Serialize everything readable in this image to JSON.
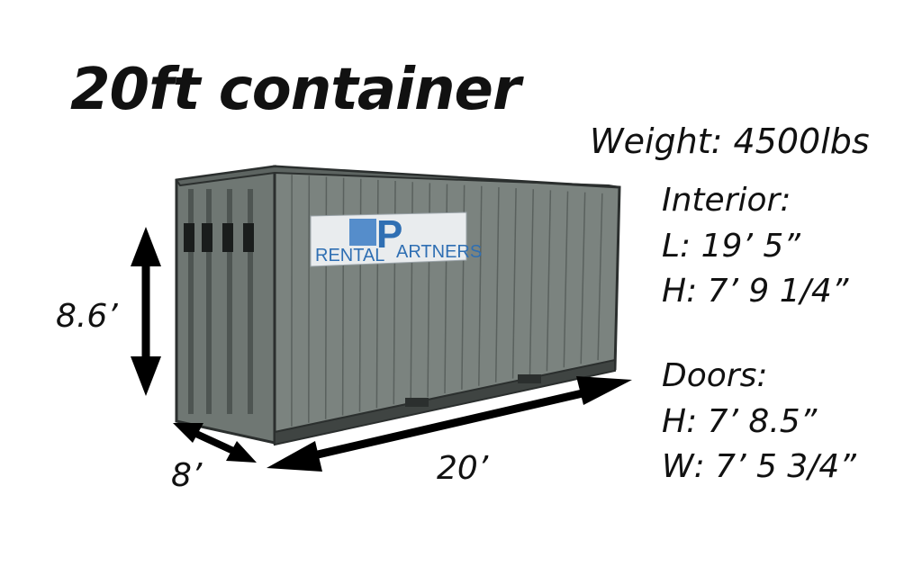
{
  "title": "20ft container",
  "weight": "Weight: 4500lbs",
  "interior": {
    "heading": "Interior:",
    "length": "L: 19’ 5”",
    "height": "H: 7’ 9 1/4”"
  },
  "doors": {
    "heading": "Doors:",
    "height": "H: 7’ 8.5”",
    "width": "W: 7’ 5 3/4”"
  },
  "dimensions": {
    "height": "8.6’",
    "width": "8’",
    "length": "20’"
  },
  "logo": {
    "text_left": "RENTAL",
    "text_right": "ARTNERS",
    "letter": "P"
  },
  "colors": {
    "container_body": "#7b837f",
    "container_end": "#6f7773",
    "outline": "#2b2f2e",
    "logo_blue": "#2f6fb3",
    "arrow": "#000000"
  }
}
